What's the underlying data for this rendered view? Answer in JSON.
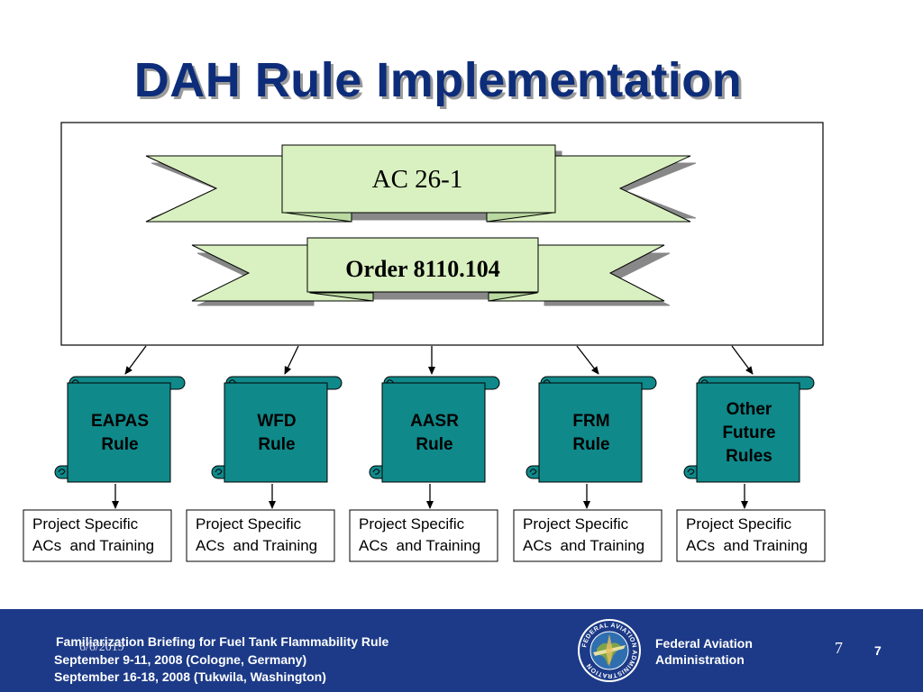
{
  "slide": {
    "title": "DAH Rule Implementation"
  },
  "banners": {
    "top_label": "AC 26-1",
    "bottom_label": "Order 8110.104"
  },
  "rules": [
    {
      "lines": [
        "EAPAS",
        "Rule"
      ]
    },
    {
      "lines": [
        "WFD",
        "Rule"
      ]
    },
    {
      "lines": [
        "AASR",
        "Rule"
      ]
    },
    {
      "lines": [
        "FRM",
        "Rule"
      ]
    },
    {
      "lines": [
        "Other",
        "Future",
        "Rules"
      ]
    }
  ],
  "boxes": [
    {
      "lines": [
        "Project Specific",
        "ACs  and Training"
      ]
    },
    {
      "lines": [
        "Project Specific",
        "ACs  and Training"
      ]
    },
    {
      "lines": [
        "Project Specific",
        "ACs  and Training"
      ]
    },
    {
      "lines": [
        "Project Specific",
        "ACs  and Training"
      ]
    },
    {
      "lines": [
        "Project Specific",
        "ACs  and Training"
      ]
    }
  ],
  "footer": {
    "line1": "Familiarization Briefing for Fuel Tank Flammability Rule",
    "line2": "September 9-11, 2008 (Cologne, Germany)",
    "line3": "September 16-18, 2008 (Tukwila, Washington)",
    "date": "6/6/2019",
    "agency_line1": "Federal Aviation",
    "agency_line2": "Administration",
    "seal_text": "FEDERAL AVIATION ADMINISTRATION",
    "page_plain": "7",
    "page_bold": "7"
  },
  "colors": {
    "title": "#0d2d7a",
    "banner_fill": "#d9f0c0",
    "scroll_fill": "#10898a",
    "footer_bg": "#1c3a87"
  }
}
